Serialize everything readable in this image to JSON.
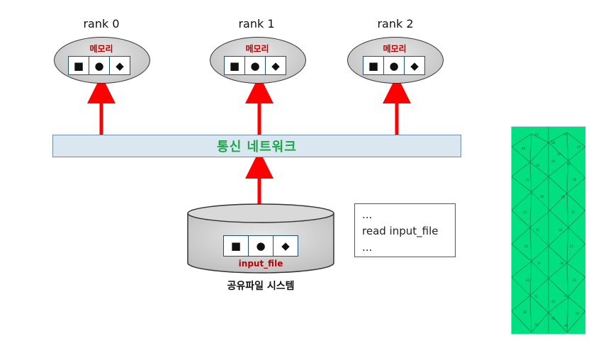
{
  "ranks": [
    {
      "label": "rank 0",
      "memory_label": "메모리",
      "cells": [
        "■",
        "●",
        "◆"
      ]
    },
    {
      "label": "rank 1",
      "memory_label": "메모리",
      "cells": [
        "■",
        "●",
        "◆"
      ]
    },
    {
      "label": "rank 2",
      "memory_label": "메모리",
      "cells": [
        "■",
        "●",
        "◆"
      ]
    }
  ],
  "network": {
    "label": "통신 네트워크"
  },
  "filesystem": {
    "label": "공유파일 시스템",
    "file_label": "input_file",
    "cells": [
      "■",
      "●",
      "◆"
    ]
  },
  "code": {
    "lines": [
      "...",
      "read input_file",
      "..."
    ]
  },
  "colors": {
    "arrow": "#ff0000",
    "network_text": "#1aa64a",
    "memory_label": "#c00000",
    "mesh_fill": "#00e080"
  },
  "mesh": {
    "node_labels": [
      "57",
      "47",
      "48",
      "58",
      "49",
      "44",
      "46",
      "39",
      "42",
      "31",
      "30",
      "29",
      "28",
      "33",
      "35",
      "32",
      "34",
      "24",
      "22",
      "37",
      "38",
      "23",
      "25",
      "31",
      "41",
      "42",
      "36",
      "40",
      "49",
      "39",
      "40"
    ]
  }
}
